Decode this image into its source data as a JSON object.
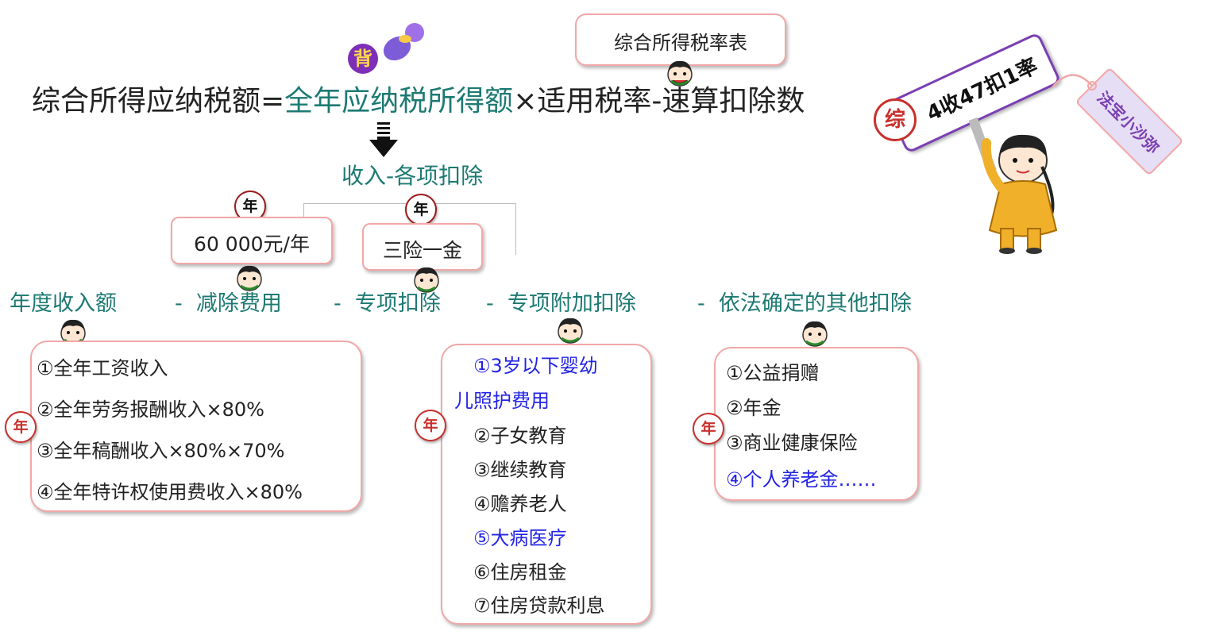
{
  "top_label": "综合所得税率表",
  "bei_badge": "背",
  "formula": {
    "left": "综合所得应纳税额=",
    "middle": "全年应纳税所得额",
    "right": "×适用税率-速算扣除数"
  },
  "derivation": "收入-各项扣除",
  "badge_nian": "年",
  "amount_box": "60 000元/年",
  "insurance_box": "三险一金",
  "deductions": {
    "d1": "年度收入额",
    "d2": "-  减除费用",
    "d3": "-  专项扣除",
    "d4": "-  专项附加扣除",
    "d5": "-  依法确定的其他扣除"
  },
  "income_items": [
    "①全年工资收入",
    "②全年劳务报酬收入×80%",
    "③全年稿酬收入×80%×70%",
    "④全年特许权使用费收入×80%"
  ],
  "special_items": [
    "①3岁以下婴幼",
    "儿照护费用",
    "②子女教育",
    "③继续教育",
    "④赡养老人",
    "⑤大病医疗",
    "⑥住房租金",
    "⑦住房贷款利息"
  ],
  "other_items": [
    "①公益捐赠",
    "②年金",
    "③商业健康保险",
    "④个人养老金……"
  ],
  "sign": {
    "zong": "综",
    "text": "4收47扣1率",
    "tag": "法宝小沙弥"
  },
  "colors": {
    "teal": "#1d7a73",
    "blue": "#2323e6",
    "badge_red": "#c9302c",
    "box_border": "#f2a7a7",
    "sign_border": "#7b3fb3"
  }
}
